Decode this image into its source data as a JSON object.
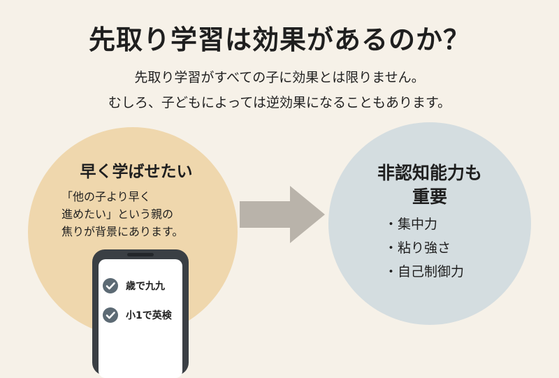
{
  "header": {
    "title": "先取り学習は効果があるのか？",
    "subtitle_line1": "先取り学習がすべての子に効果とは限りません。",
    "subtitle_line2": "むしろ、子どもによっては逆効果になることもあります。"
  },
  "left_panel": {
    "title": "早く学ばせたい",
    "body_line1": "「他の子より早く",
    "body_line2": "進めたい」という親の",
    "body_line3": "焦りが背景にあります。",
    "phone_tasks": [
      {
        "label": "歳で九九",
        "checked": true
      },
      {
        "label": "小1で英検",
        "checked": true
      }
    ],
    "color": "#efd7ad"
  },
  "right_panel": {
    "title_line1": "非認知能力も",
    "title_line2": "重要",
    "items": [
      "・集中力",
      "・粘り強さ",
      "・自己制御力"
    ],
    "color": "#d4dde0"
  },
  "icons": {
    "arrow": "arrow-right-icon",
    "check": "check-circle-icon"
  },
  "colors": {
    "background": "#f6f1e8",
    "arrow": "#b9b3aa",
    "check": "#5c6a74"
  }
}
